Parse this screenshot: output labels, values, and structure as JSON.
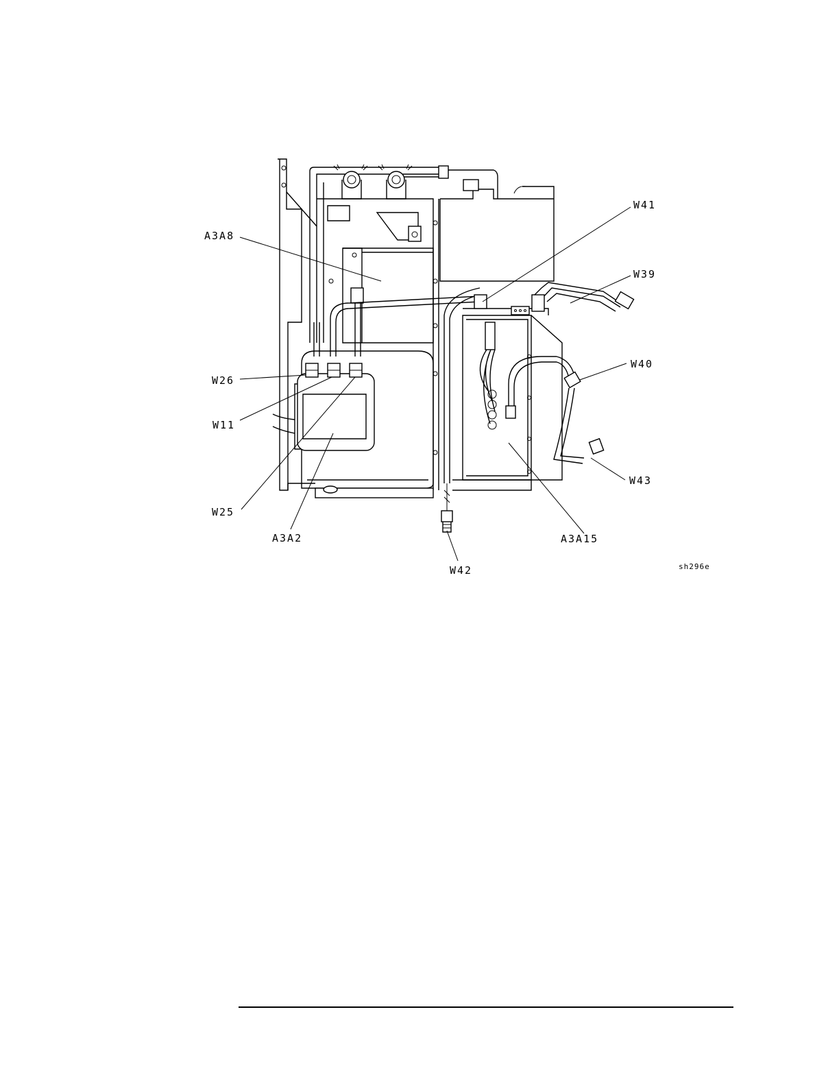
{
  "figure": {
    "id_code": "sh296e",
    "callouts": [
      {
        "key": "a3a8",
        "text": "A3A8"
      },
      {
        "key": "w26",
        "text": "W26"
      },
      {
        "key": "w11",
        "text": "W11"
      },
      {
        "key": "w25",
        "text": "W25"
      },
      {
        "key": "a3a2",
        "text": "A3A2"
      },
      {
        "key": "w42",
        "text": "W42"
      },
      {
        "key": "a3a15",
        "text": "A3A15"
      },
      {
        "key": "w43",
        "text": "W43"
      },
      {
        "key": "w40",
        "text": "W40"
      },
      {
        "key": "w39",
        "text": "W39"
      },
      {
        "key": "w41",
        "text": "W41"
      }
    ]
  }
}
